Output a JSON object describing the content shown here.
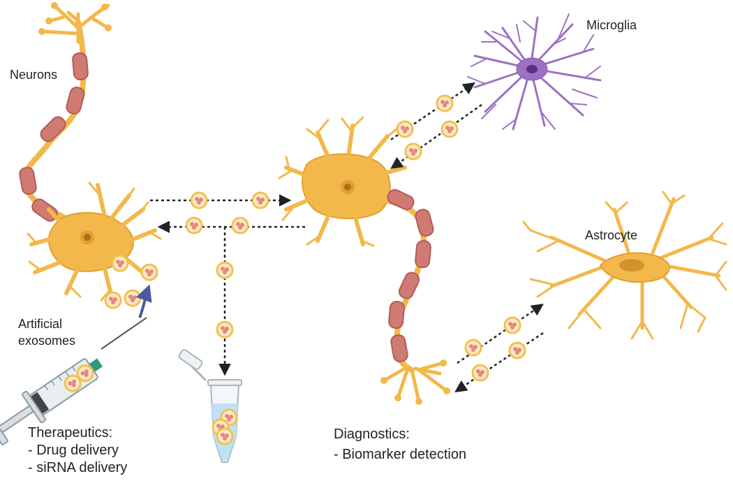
{
  "labels": {
    "neurons": "Neurons",
    "microglia": "Microglia",
    "astrocyte": "Astrocyte",
    "artificial_line1": "Artificial",
    "artificial_line2": "exosomes",
    "therapeutics_title": "Therapeutics:",
    "therapeutics_item1": "- Drug delivery",
    "therapeutics_item2": "- siRNA delivery",
    "diagnostics_title": "Diagnostics:",
    "diagnostics_item1": "- Biomarker detection"
  },
  "colors": {
    "neuron_body": "#f2b84b",
    "neuron_outline": "#e39f2e",
    "neuron_nucleus": "#c98a1e",
    "myelin": "#cf7a72",
    "myelin_outline": "#b45c56",
    "microglia": "#9c71c2",
    "microglia_nucleus": "#5b2d86",
    "exosome_ring": "#f2c14e",
    "exosome_fill": "#fbe9c8",
    "exosome_cargo": "#e8867a",
    "arrow": "#222222",
    "syringe_arrow": "#4a5aa0",
    "tube_liquid": "#bfe0f5"
  },
  "icons": [
    "neuron-cell",
    "microglia-cell",
    "astrocyte-cell",
    "exosome-vesicle",
    "syringe-icon",
    "sample-tube-icon"
  ]
}
